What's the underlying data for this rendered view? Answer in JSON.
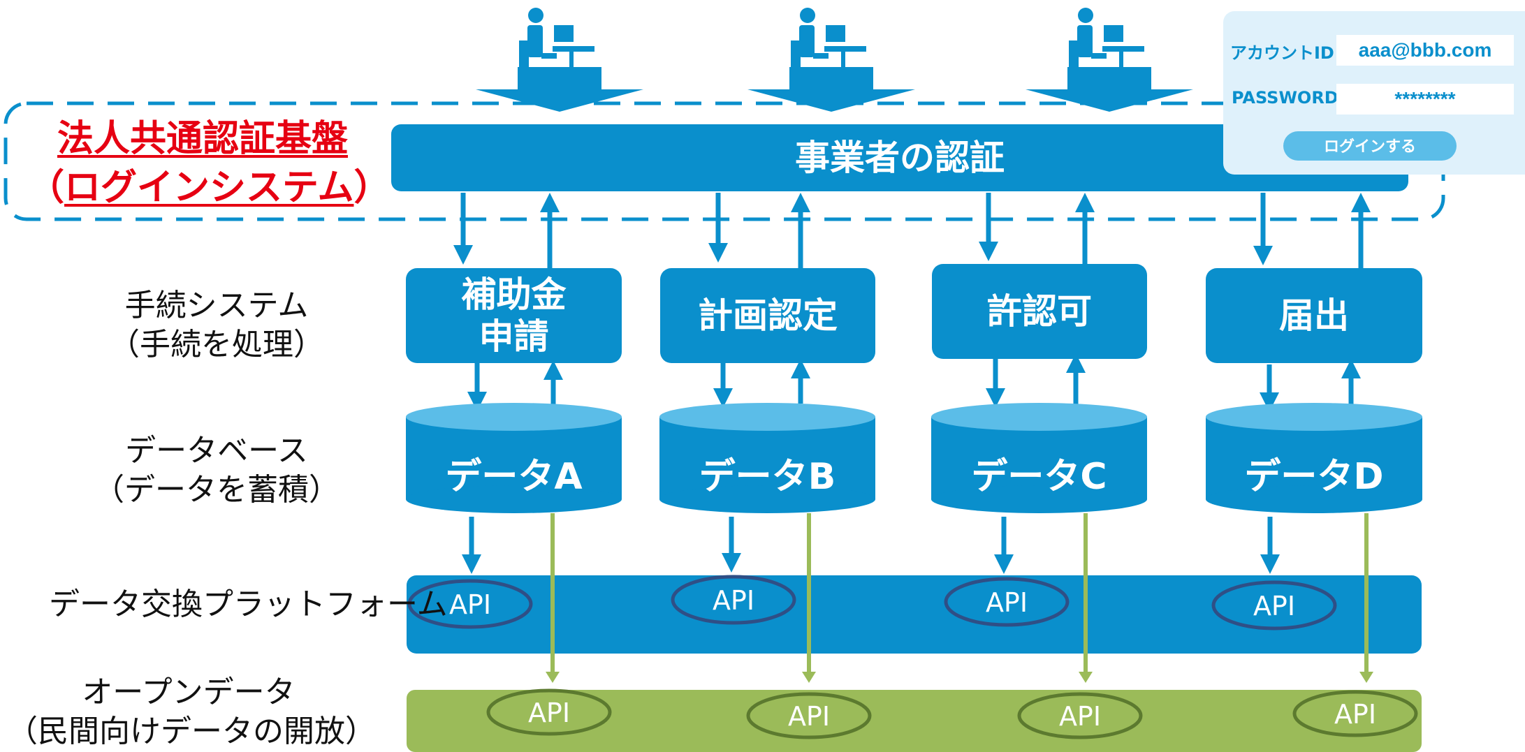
{
  "title": {
    "line1": "法人共通認証基盤",
    "line2_open": "（",
    "line2_main": "ログインシステム",
    "line2_close": "）"
  },
  "auth_bar": "事業者の認証",
  "rows": {
    "procedure": {
      "line1": "手続システム",
      "line2": "（手続を処理）"
    },
    "database": {
      "line1": "データベース",
      "line2": "（データを蓄積）"
    },
    "exchange": {
      "line1": "データ交換プラットフォーム"
    },
    "opendata": {
      "line1": "オープンデータ",
      "line2": "（民間向けデータの開放）"
    }
  },
  "systems": [
    {
      "line1": "補助金",
      "line2": "申請"
    },
    {
      "line1": "計画認定",
      "line2": ""
    },
    {
      "line1": "許認可",
      "line2": ""
    },
    {
      "line1": "届出",
      "line2": ""
    }
  ],
  "databases": [
    "データA",
    "データB",
    "データC",
    "データD"
  ],
  "api_label": "API",
  "login": {
    "account_label": "アカウントID",
    "account_value": "aaa@bbb.com",
    "password_label": "PASSWORD",
    "password_value": "********",
    "button": "ログインする"
  },
  "colors": {
    "blue": "#0a8fcc",
    "light_blue": "#5bbde8",
    "green": "#9bbb59",
    "red": "#e60012",
    "navy": "#2f4f86"
  }
}
